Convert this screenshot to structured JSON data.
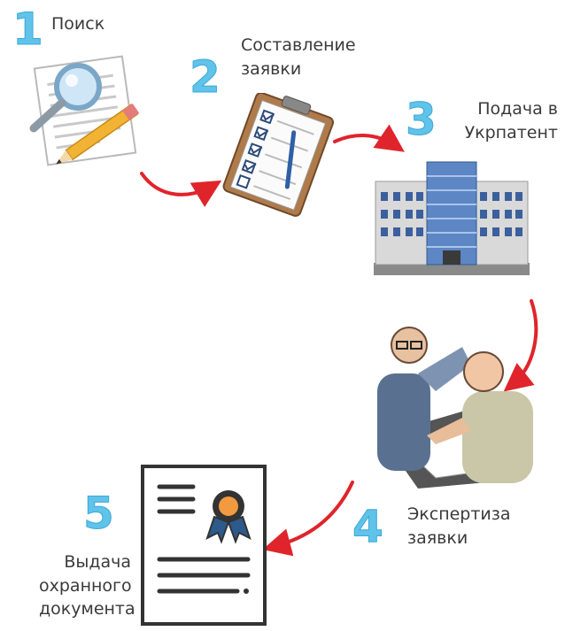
{
  "steps": [
    {
      "number": "1",
      "label_lines": [
        "Поиск"
      ],
      "icon": "search-document-icon"
    },
    {
      "number": "2",
      "label_lines": [
        "Составление",
        "заявки"
      ],
      "icon": "clipboard-checklist-icon"
    },
    {
      "number": "3",
      "label_lines": [
        "Подача в",
        "Укрпатент"
      ],
      "icon": "office-building-icon"
    },
    {
      "number": "4",
      "label_lines": [
        "Экспертиза",
        "заявки"
      ],
      "icon": "experts-meeting-icon"
    },
    {
      "number": "5",
      "label_lines": [
        "Выдача",
        "охранного",
        "документа"
      ],
      "icon": "certificate-document-icon"
    }
  ],
  "colors": {
    "number": "#5fc3ea",
    "arrow": "#e0242b",
    "label": "#3a3a3a",
    "certificate_line": "#333333",
    "certificate_medal": "#f29a3f"
  }
}
